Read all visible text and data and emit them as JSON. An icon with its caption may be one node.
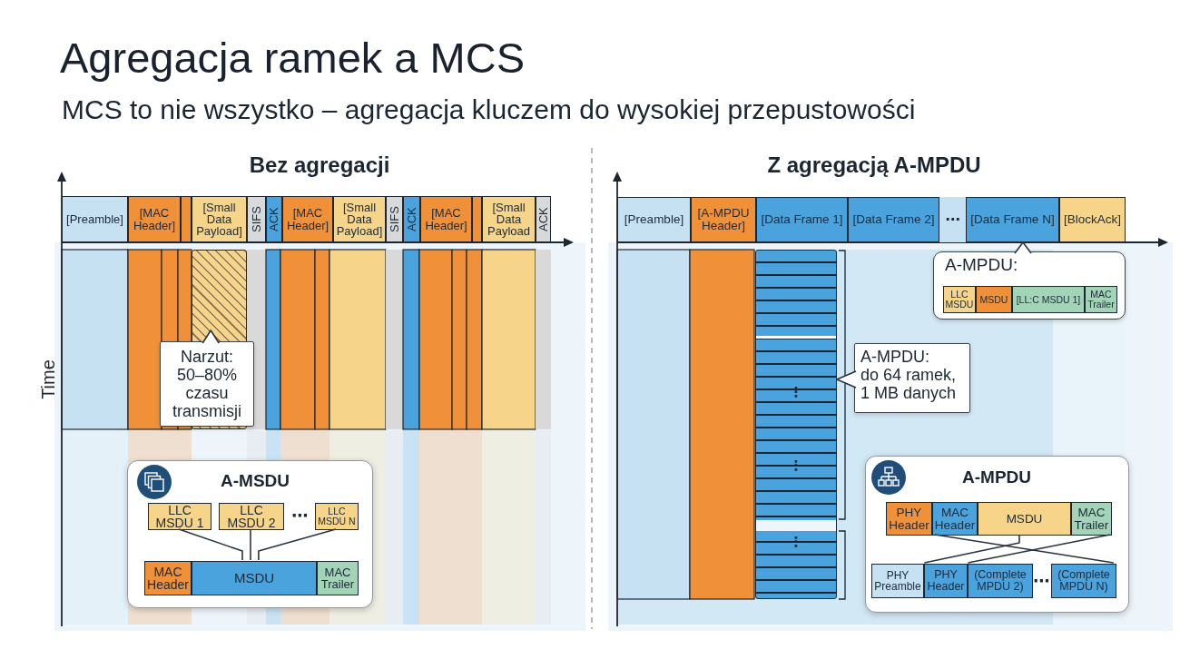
{
  "diagram": {
    "title": "Agregacja ramek a MCS",
    "nodes": [
      {
        "text": [
          "Bez agregacji"
        ]
      },
      {
        "text": [
          "[Preamble]"
        ],
        "in": 0
      },
      {
        "text": [
          "[MAC Header]"
        ],
        "in": 0
      },
      {
        "text": [],
        "shape": "box",
        "in": 0
      },
      {
        "text": [
          "[Small Data Payload]"
        ],
        "in": 0
      },
      {
        "text": [
          "SIFS"
        ],
        "in": 0
      },
      {
        "text": [
          "ACK"
        ],
        "in": 0
      },
      {
        "text": [
          "[MAC Header]"
        ],
        "in": 0
      },
      {
        "text": [
          "[Small Data Payload]"
        ],
        "in": 0
      },
      {
        "text": [
          "SIFS"
        ],
        "in": 0
      },
      {
        "text": [
          "ACK"
        ],
        "in": 0
      },
      {
        "text": [
          "[MAC Header]"
        ],
        "in": 0
      },
      {
        "text": [],
        "shape": "box",
        "in": 0
      },
      {
        "text": [
          "[Small Data Payload"
        ],
        "in": 0
      },
      {
        "text": [
          "ACK"
        ],
        "in": 0
      },
      {
        "text": [],
        "shape": "bar",
        "in": 0
      },
      {
        "text": [
          "Narzut: 50–80% czasu transmisji"
        ],
        "in": 0
      },
      {
        "text": [
          "A-MSDU"
        ],
        "in": 0
      },
      {
        "text": [
          "LLC MSDU 1"
        ],
        "in": 17
      },
      {
        "text": [
          "LLC MSDU 2"
        ],
        "in": 17
      },
      {
        "text": [
          "LLC MSDU N"
        ],
        "in": 17
      },
      {
        "text": [
          "MAC Header"
        ],
        "in": 17
      },
      {
        "text": [
          "MSDU"
        ],
        "in": 17
      },
      {
        "text": [
          "MAC Trailer"
        ],
        "in": 17
      },
      {
        "text": [
          "Z agregacją A-MPDU"
        ]
      },
      {
        "text": [
          "[Preamble]"
        ],
        "in": 24
      },
      {
        "text": [
          "[A-MPDU Header]"
        ],
        "in": 24
      },
      {
        "text": [
          "[Data Frame 1]"
        ],
        "in": 24
      },
      {
        "text": [
          "[Data Frame 2]"
        ],
        "in": 24
      },
      {
        "text": [
          "⋯"
        ],
        "in": 24
      },
      {
        "text": [
          "[Data Frame N]"
        ],
        "in": 24
      },
      {
        "text": [
          "[BlockAck]"
        ],
        "in": 24
      },
      {
        "text": [
          "A-MPDU:"
        ],
        "in": 24
      },
      {
        "text": [
          "LLC MSDU"
        ],
        "in": 32
      },
      {
        "text": [
          "MSDU"
        ],
        "in": 32
      },
      {
        "text": [
          "[LL:C MSDU 1]"
        ],
        "in": 32
      },
      {
        "text": [
          "MAC Trailer"
        ],
        "in": 32
      },
      {
        "text": [],
        "shape": "bar",
        "in": 24
      },
      {
        "text": [
          "A-MPDU:",
          "do 64 ramek, 1 MB danych"
        ],
        "in": 24
      },
      {
        "text": [
          "A-MPDU"
        ],
        "in": 24
      },
      {
        "text": [
          "PHY Header"
        ],
        "in": 39
      },
      {
        "text": [
          "MAC Header"
        ],
        "in": 39
      },
      {
        "text": [
          "MSDU"
        ],
        "in": 39
      },
      {
        "text": [
          "MAC Trailer"
        ],
        "in": 39
      },
      {
        "text": [
          "PHY Preamble"
        ],
        "in": 39
      },
      {
        "text": [
          "PHY Header"
        ],
        "in": 39
      },
      {
        "text": [
          "(Complete MPDU 2)"
        ],
        "in": 39
      },
      {
        "text": [
          "(Complete MPDU N)"
        ],
        "in": 39
      }
    ],
    "edges": [
      {
        "from": 16,
        "to": 15,
        "arrow": "to"
      },
      {
        "from": 18,
        "to": 22,
        "arrow": "none"
      },
      {
        "from": 19,
        "to": 22,
        "arrow": "none"
      },
      {
        "from": 20,
        "to": 22,
        "arrow": "none"
      },
      {
        "from": 32,
        "to": 30,
        "arrow": "to"
      },
      {
        "from": 38,
        "to": 37,
        "arrow": "to"
      },
      {
        "from": 41,
        "to": 47,
        "arrow": "none"
      },
      {
        "from": 42,
        "to": 45,
        "arrow": "none"
      },
      {
        "from": 43,
        "to": 46,
        "arrow": "none"
      }
    ],
    "labels": [
      "MCS to nie wszystko – agregacja kluczem do wysokiej przepustowości",
      "Time",
      "⋯",
      "⋮",
      "⋮",
      "⋮",
      "⋯"
    ]
  }
}
